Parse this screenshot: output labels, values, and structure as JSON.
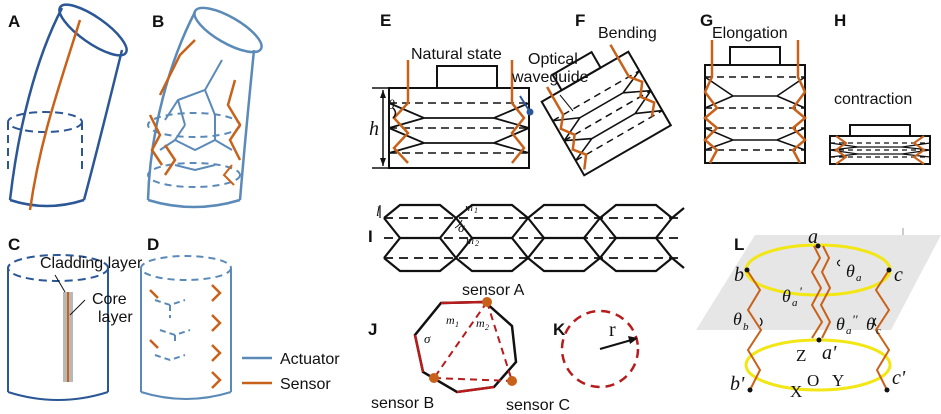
{
  "panel_labels": [
    "A",
    "B",
    "C",
    "D",
    "E",
    "F",
    "G",
    "H",
    "I",
    "J",
    "K",
    "L"
  ],
  "labels": {
    "natural_state": "Natural state",
    "bending": "Bending",
    "elongation": "Elongation",
    "contraction": "contraction",
    "optical": "Optical",
    "waveguide": "waveguide",
    "cladding_layer": "Cladding layer",
    "core": "Core",
    "layer": "layer",
    "sensor_a": "sensor A",
    "sensor_b": "sensor B",
    "sensor_c": "sensor C"
  },
  "legend": {
    "actuator": "Actuator",
    "sensor": "Sensor"
  },
  "symbols": {
    "theta": "θ",
    "h": "h",
    "l": "l",
    "m1": "m",
    "m2": "m",
    "sub1": "1",
    "sub2": "2",
    "sigma": "σ",
    "r": "r",
    "a": "a",
    "b": "b",
    "c": "c",
    "a_prime": "a'",
    "b_prime": "b'",
    "c_prime": "c'",
    "theta_a": "θ",
    "theta_a_prime": "θ",
    "theta_a_dprime": "θ",
    "theta_b": "θ",
    "theta_c": "θ",
    "sub_a": "a",
    "sub_b": "b",
    "sub_c": "c",
    "prime": "'",
    "dprime": "''",
    "axis_x": "X",
    "axis_y": "Y",
    "axis_z": "Z",
    "origin": "O"
  },
  "colors": {
    "actuator": "#5b8ab8",
    "sensor": "#c8621a",
    "dark_blue": "#2b5797",
    "red": "#b71c1c",
    "yellow": "#f2e614",
    "orange_dot": "#c8621a",
    "gray_plane": "#dcdcdc"
  }
}
